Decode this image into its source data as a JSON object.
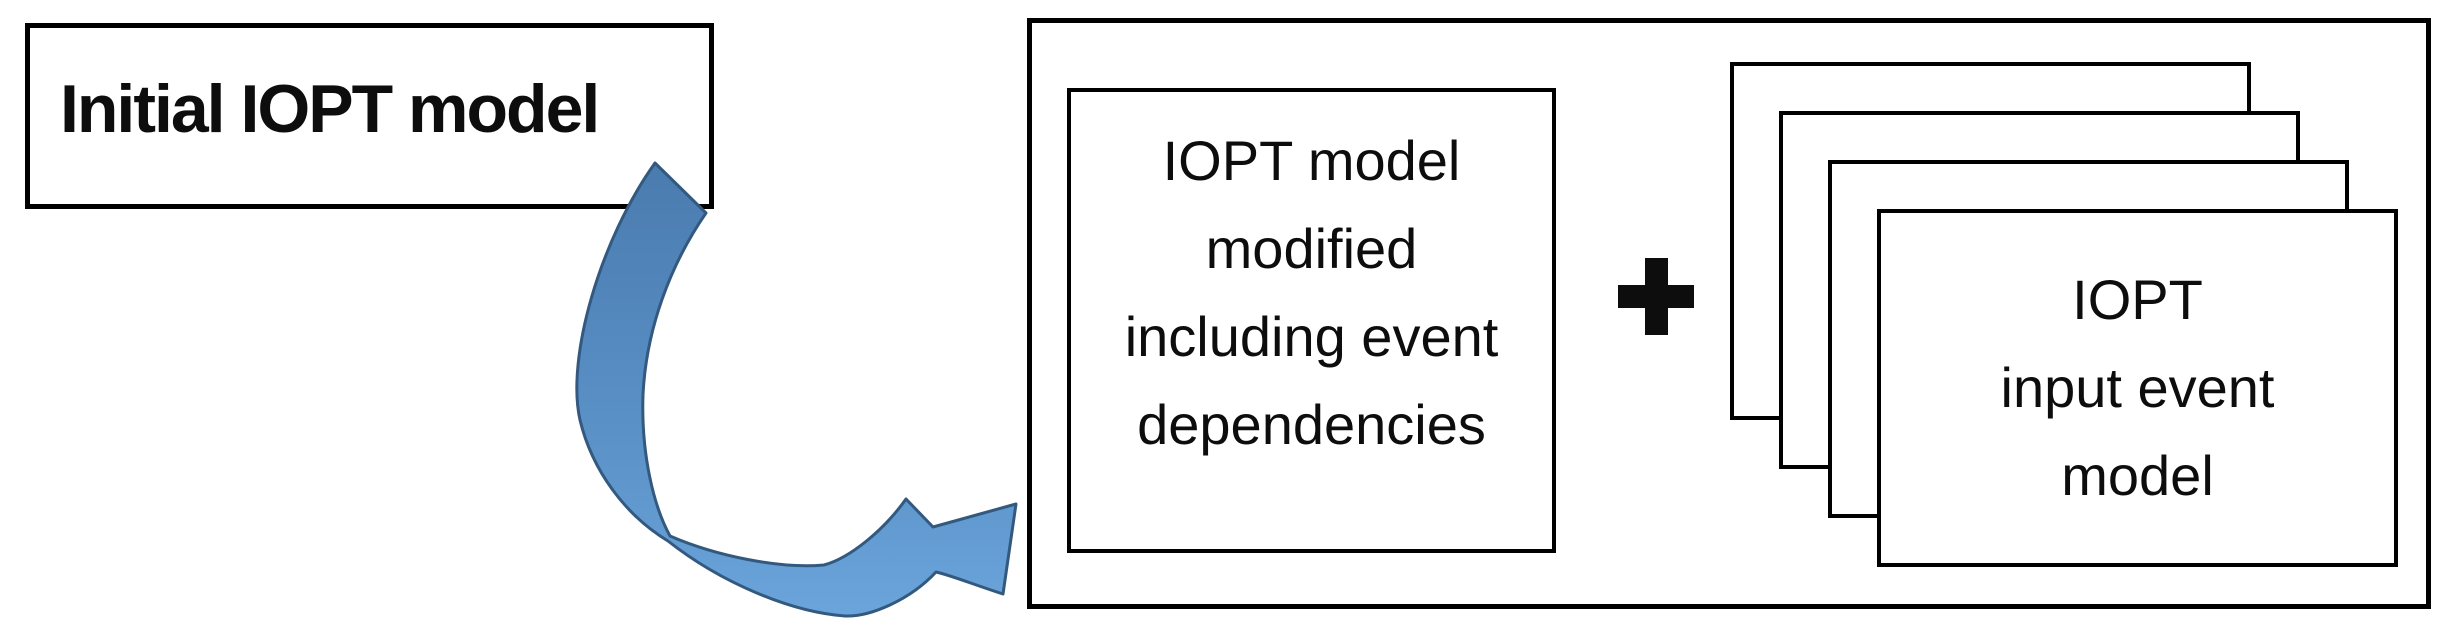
{
  "initial_box": {
    "label": "Initial IOPT model"
  },
  "container": {
    "modified_box": {
      "lines": [
        "IOPT model",
        "modified",
        "including event",
        "dependencies"
      ]
    },
    "plus_symbol": "+",
    "stack": {
      "card_count": 4,
      "front_card_lines": [
        "IOPT",
        "input event",
        "model"
      ]
    }
  },
  "arrow": {
    "description": "curved arrow from initial model to container",
    "fill_top": "#4a7baf",
    "fill_bottom": "#6ca6dc",
    "stroke": "#33597f"
  },
  "colors": {
    "border": "#000000",
    "background": "#ffffff",
    "text": "#0d0d0d"
  }
}
